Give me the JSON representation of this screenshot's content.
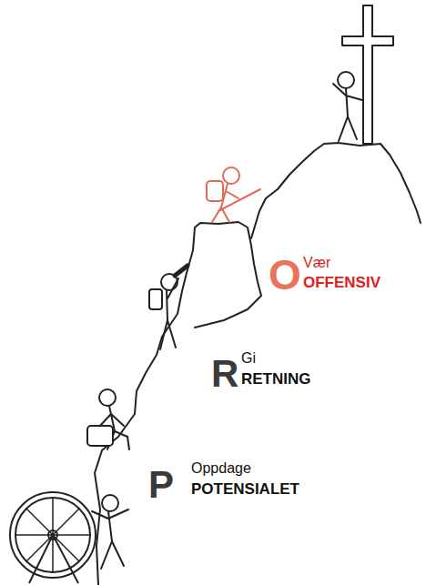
{
  "diagram": {
    "labels": [
      "P",
      "Oppdage",
      "POTENSIALET",
      "R",
      "Gi",
      "RETNING",
      "O",
      "Vær",
      "OFFENSIV"
    ]
  }
}
